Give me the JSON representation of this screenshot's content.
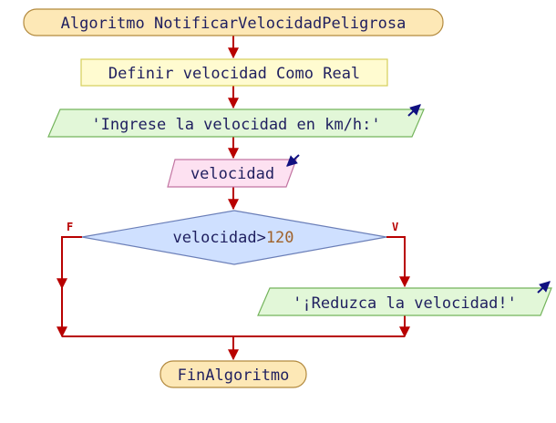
{
  "colors": {
    "edge": "#b80000",
    "terminal_fill": "#fde8b6",
    "terminal_stroke": "#b38a3f",
    "define_fill": "#fffbd0",
    "define_stroke": "#d6cf5a",
    "output_fill": "#e2f7d8",
    "output_stroke": "#74b45c",
    "input_fill": "#fde1f1",
    "input_stroke": "#c275a2",
    "decision_fill": "#cfe0ff",
    "decision_stroke": "#6b7fb8",
    "text": "#1f1f5f",
    "number": "#a0622a",
    "io_arrow": "#101080"
  },
  "flowchart": {
    "start_label": "Algoritmo NotificarVelocidadPeligrosa",
    "define_label": "Definir velocidad Como Real",
    "output1_label": "'Ingrese la velocidad en km/h:'",
    "input_label": "velocidad",
    "decision": {
      "expr_var": "velocidad>",
      "expr_num": "120",
      "false_label": "F",
      "true_label": "V"
    },
    "output2_label": "'¡Reduzca la velocidad!'",
    "end_label": "FinAlgoritmo"
  }
}
